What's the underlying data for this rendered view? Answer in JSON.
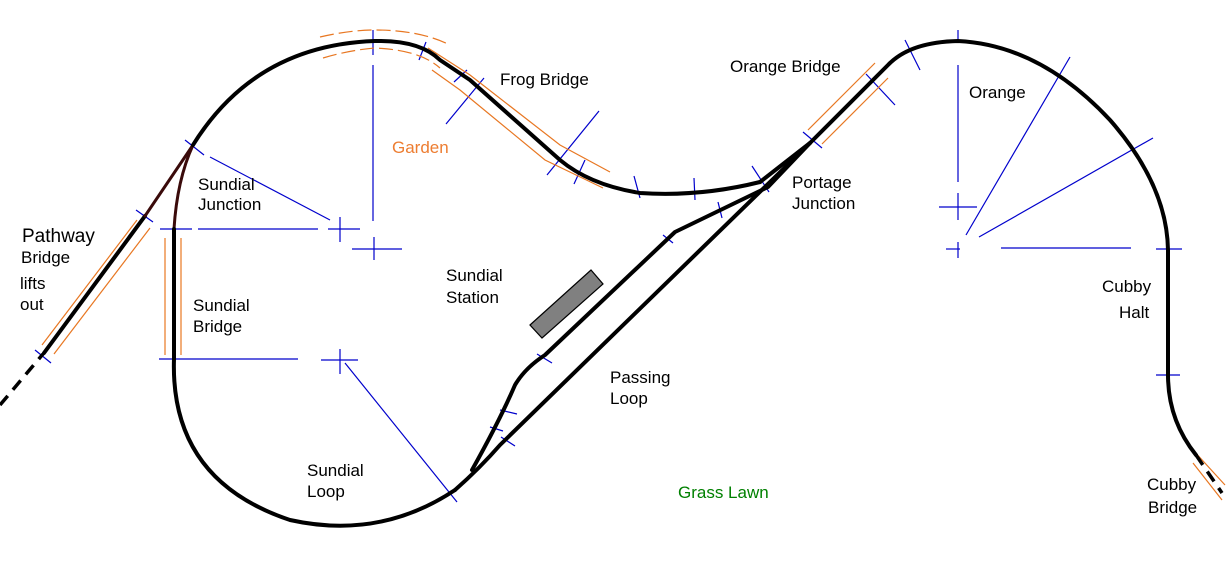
{
  "diagram": {
    "title": "Garden Railway Track Plan",
    "colors": {
      "track": "#000000",
      "junction_track": "#3a0a0a",
      "construction_lines": "#0000cc",
      "bridge_rails": "#e87722",
      "garden_label": "#ed7d31",
      "lawn_label": "#008000",
      "platform": "#808080"
    },
    "labels": {
      "pathway": "Pathway",
      "pathway_bridge": "Bridge",
      "lifts": "lifts",
      "out": "out",
      "sundial_junction_1": "Sundial",
      "sundial_junction_2": "Junction",
      "sundial_bridge_1": "Sundial",
      "sundial_bridge_2": "Bridge",
      "garden": "Garden",
      "frog_bridge": "Frog Bridge",
      "orange_bridge": "Orange Bridge",
      "portage_junction_1": "Portage",
      "portage_junction_2": "Junction",
      "orange": "Orange",
      "sundial_station_1": "Sundial",
      "sundial_station_2": "Station",
      "passing_loop_1": "Passing",
      "passing_loop_2": "Loop",
      "sundial_loop_1": "Sundial",
      "sundial_loop_2": "Loop",
      "grass_lawn": "Grass Lawn",
      "cubby_halt_1": "Cubby",
      "cubby_halt_2": "Halt",
      "cubby_bridge_1": "Cubby",
      "cubby_bridge_2": "Bridge"
    }
  }
}
